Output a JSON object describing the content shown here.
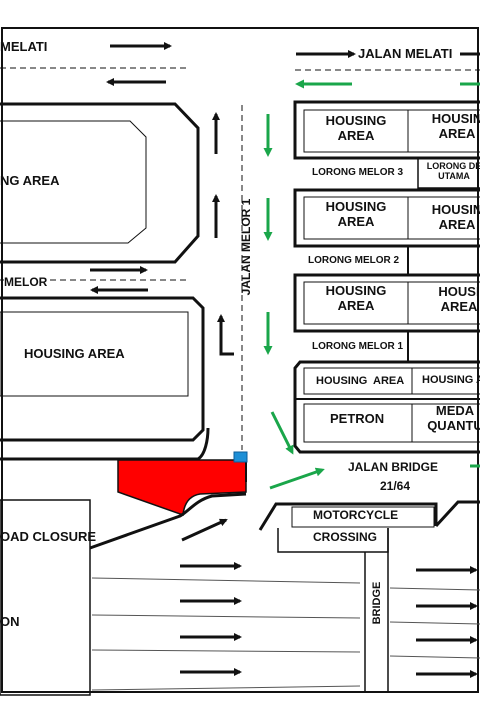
{
  "roads": {
    "jalan_melati_left": "MELATI",
    "jalan_melati_right": "JALAN MELATI",
    "jalan_melor_1": "JALAN MELOR 1",
    "melor_left": "MELOR",
    "lorong_melor_3": "LORONG MELOR 3",
    "lorong_de_utama": "LORONG DE UTAMA",
    "lorong_melor_2": "LORONG MELOR 2",
    "lorong_melor_1": "LORONG MELOR 1",
    "jalan_bridge": "JALAN BRIDGE",
    "jalan_bridge_number": "21/64",
    "bridge": "BRIDGE"
  },
  "areas": {
    "housing_area_left_top": "NG AREA",
    "housing_area_left_mid": "HOUSING AREA",
    "housing_1a": "HOUSING AREA",
    "housing_1b": "HOUSIN AREA",
    "housing_2a": "HOUSING AREA",
    "housing_2b": "HOUSIN AREA",
    "housing_3a": "HOUSING AREA",
    "housing_3b": "HOUSI AREA",
    "housing_4a": "HOUSING  AREA",
    "housing_4b": "HOUSING A",
    "petron": "PETRON",
    "medan_quantum": "MEDA QUANTU",
    "road_closure": "OAD CLOSURE",
    "bottom_left": "ON",
    "motorcycle": "MOTORCYCLE",
    "crossing": "CROSSING"
  },
  "colors": {
    "closure": "#ff0000",
    "flow_arrow": "#1aa64a",
    "flag": "#1e8fd6",
    "line": "#111111"
  }
}
